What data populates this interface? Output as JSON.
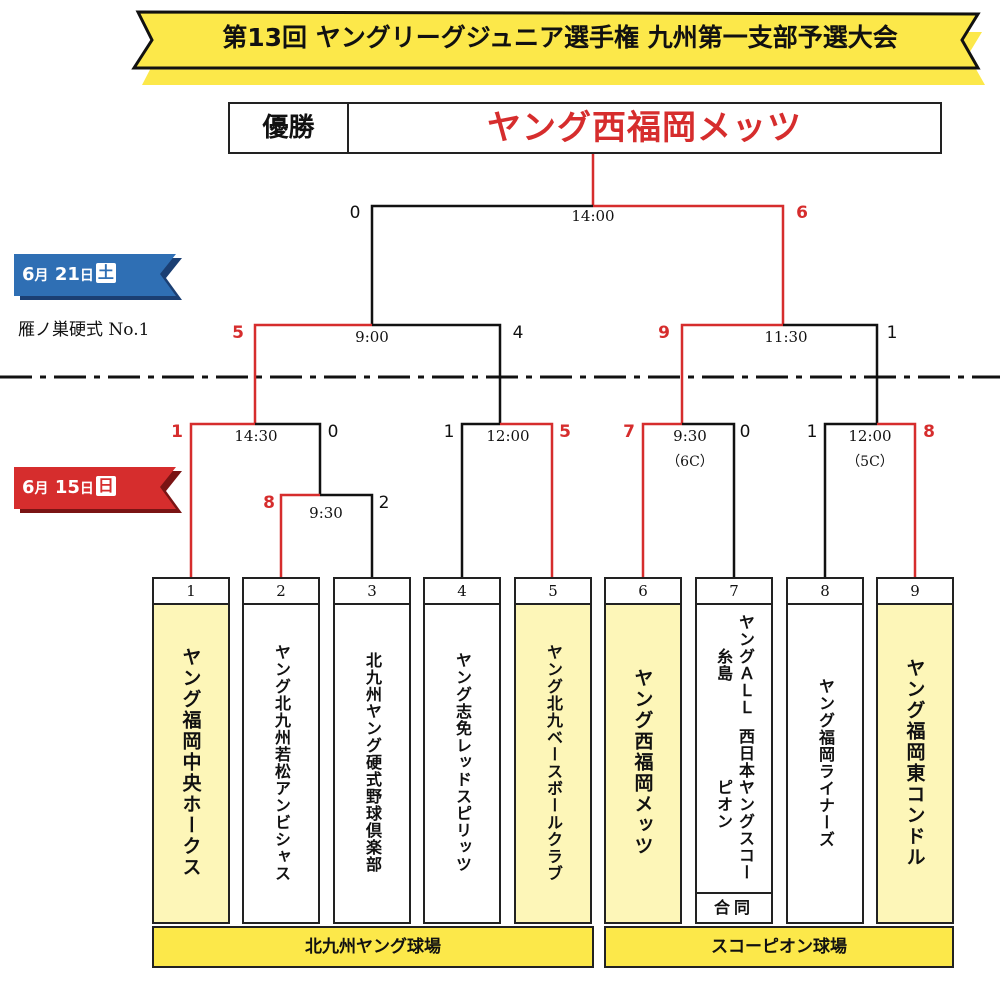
{
  "banner": {
    "title": "第13回 ヤングリーグジュニア選手権 九州第一支部予選大会"
  },
  "champion": {
    "label": "優勝",
    "name": "ヤング西福岡メッツ"
  },
  "dates": {
    "day2": {
      "month": "6",
      "day": "21",
      "weekday": "土",
      "month_unit": "月",
      "day_unit": "日"
    },
    "day1": {
      "month": "6",
      "day": "15",
      "weekday": "日",
      "month_unit": "月",
      "day_unit": "日"
    }
  },
  "venue_day2": "雁ノ巣硬式 No.1",
  "colors": {
    "accent_red": "#d62d2d",
    "banner_yellow": "#fce84a",
    "team_win_fill": "#fdf6b8",
    "badge_blue": "#2f6fb4",
    "badge_red": "#d62d2d"
  },
  "matches": {
    "final": {
      "time": "14:00",
      "score_left": "0",
      "score_right": "6"
    },
    "sf1": {
      "time": "9:00",
      "score_left": "5",
      "score_right": "4"
    },
    "sf2": {
      "time": "11:30",
      "score_left": "9",
      "score_right": "1"
    },
    "qf1": {
      "time": "14:30",
      "score_left": "1",
      "score_right": "0"
    },
    "r1": {
      "time": "9:30",
      "score_left": "8",
      "score_right": "2"
    },
    "qf2": {
      "time": "12:00",
      "score_left": "1",
      "score_right": "5"
    },
    "qf3": {
      "time": "9:30",
      "court": "（6C）",
      "score_left": "7",
      "score_right": "0"
    },
    "qf4": {
      "time": "12:00",
      "court": "（5C）",
      "score_left": "1",
      "score_right": "8"
    }
  },
  "teams": [
    {
      "num": "1",
      "name": "ヤング福岡中央ホークス"
    },
    {
      "num": "2",
      "name": "ヤング北九州若松アンビシャス"
    },
    {
      "num": "3",
      "name": "北九州ヤング硬式野球倶楽部"
    },
    {
      "num": "4",
      "name": "ヤング志免レッドスピリッツ"
    },
    {
      "num": "5",
      "name": "ヤング北九ベースボールクラブ"
    },
    {
      "num": "6",
      "name": "ヤング西福岡メッツ"
    },
    {
      "num": "7",
      "name_a": "ヤングＡＬＬ糸島",
      "name_b": "西日本ヤングスコーピオン",
      "merge": "合同"
    },
    {
      "num": "8",
      "name": "ヤング福岡ライナーズ"
    },
    {
      "num": "9",
      "name": "ヤング福岡東コンドル"
    }
  ],
  "fields": {
    "left": "北九州ヤング球場",
    "right": "スコーピオン球場"
  }
}
